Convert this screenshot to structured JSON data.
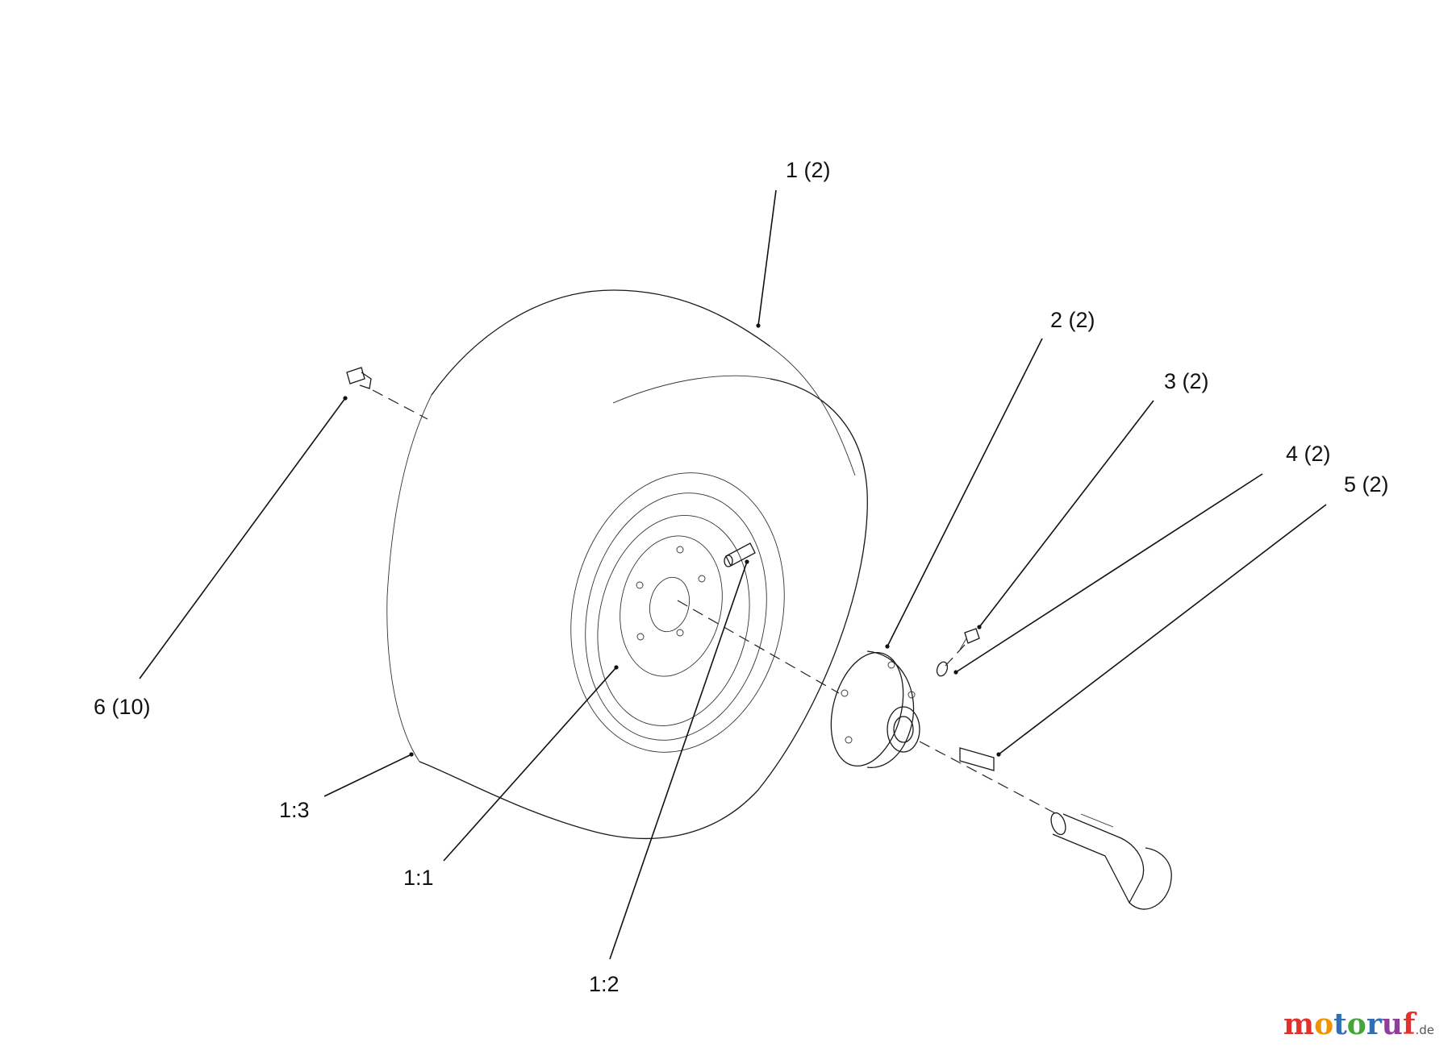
{
  "callouts": {
    "c1": "1 (2)",
    "c2": "2 (2)",
    "c3": "3 (2)",
    "c4": "4 (2)",
    "c5": "5 (2)",
    "c6": "6 (10)",
    "c1_1": "1:1",
    "c1_2": "1:2",
    "c1_3": "1:3"
  },
  "watermark": {
    "letters": [
      "m",
      "o",
      "t",
      "o",
      "r",
      "u",
      "f"
    ],
    "colors": [
      "#e2312d",
      "#f39200",
      "#2f6fb6",
      "#46a537",
      "#2f6fb6",
      "#8f3f97",
      "#e2312d"
    ],
    "suffix": ".de"
  }
}
